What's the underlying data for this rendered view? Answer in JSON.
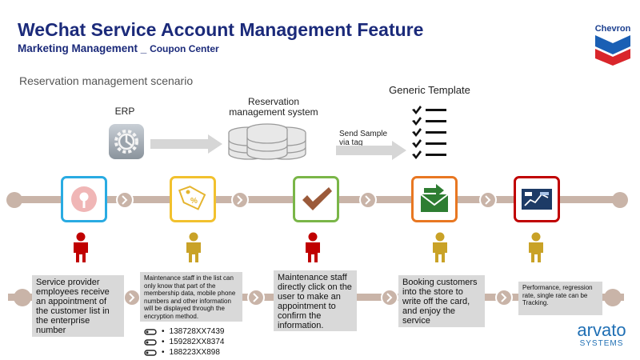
{
  "header": {
    "title": "WeChat Service Account Management Feature",
    "subtitle_main": "Marketing Management _",
    "subtitle_sub": "Coupon Center",
    "scenario": "Reservation management scenario"
  },
  "logos": {
    "chevron": "Chevron",
    "arvato": "arvato",
    "arvato_sub": "SYSTEMS"
  },
  "top_flow": {
    "erp_label": "ERP",
    "reservation_system_label": "Reservation management system",
    "send_sample_label": "Send Sample via tag",
    "generic_template_label": "Generic Template"
  },
  "steps": [
    {
      "icon": "lollipop-icon",
      "border_color": "#29abe2",
      "person_color": "#c00000",
      "description": "Service provider employees receive an appointment of the customer list in the enterprise number"
    },
    {
      "icon": "price-tag-icon",
      "border_color": "#f2c12e",
      "person_color": "#c9a227",
      "description": "Maintenance staff in the list can only know that part of the membership data, mobile phone numbers and other information will be displayed through the encryption method."
    },
    {
      "icon": "checkmark-icon",
      "border_color": "#7ab648",
      "person_color": "#c00000",
      "description": "Maintenance staff directly click on the user to make an appointment to confirm the information."
    },
    {
      "icon": "mail-icon",
      "border_color": "#e87722",
      "person_color": "#c9a227",
      "description": "Booking customers into the store to write off the card, and enjoy the service"
    },
    {
      "icon": "chart-screen-icon",
      "border_color": "#c00000",
      "person_color": "#c9a227",
      "description": "Performance, regression rate, single rate can be Tracking."
    }
  ],
  "masked_numbers": [
    "138728XX7439",
    "159282XX8374",
    "188223XX898"
  ],
  "colors": {
    "title": "#1b2a7a",
    "timeline": "#c9b4a8",
    "box_fill": "#d9d9d9"
  }
}
